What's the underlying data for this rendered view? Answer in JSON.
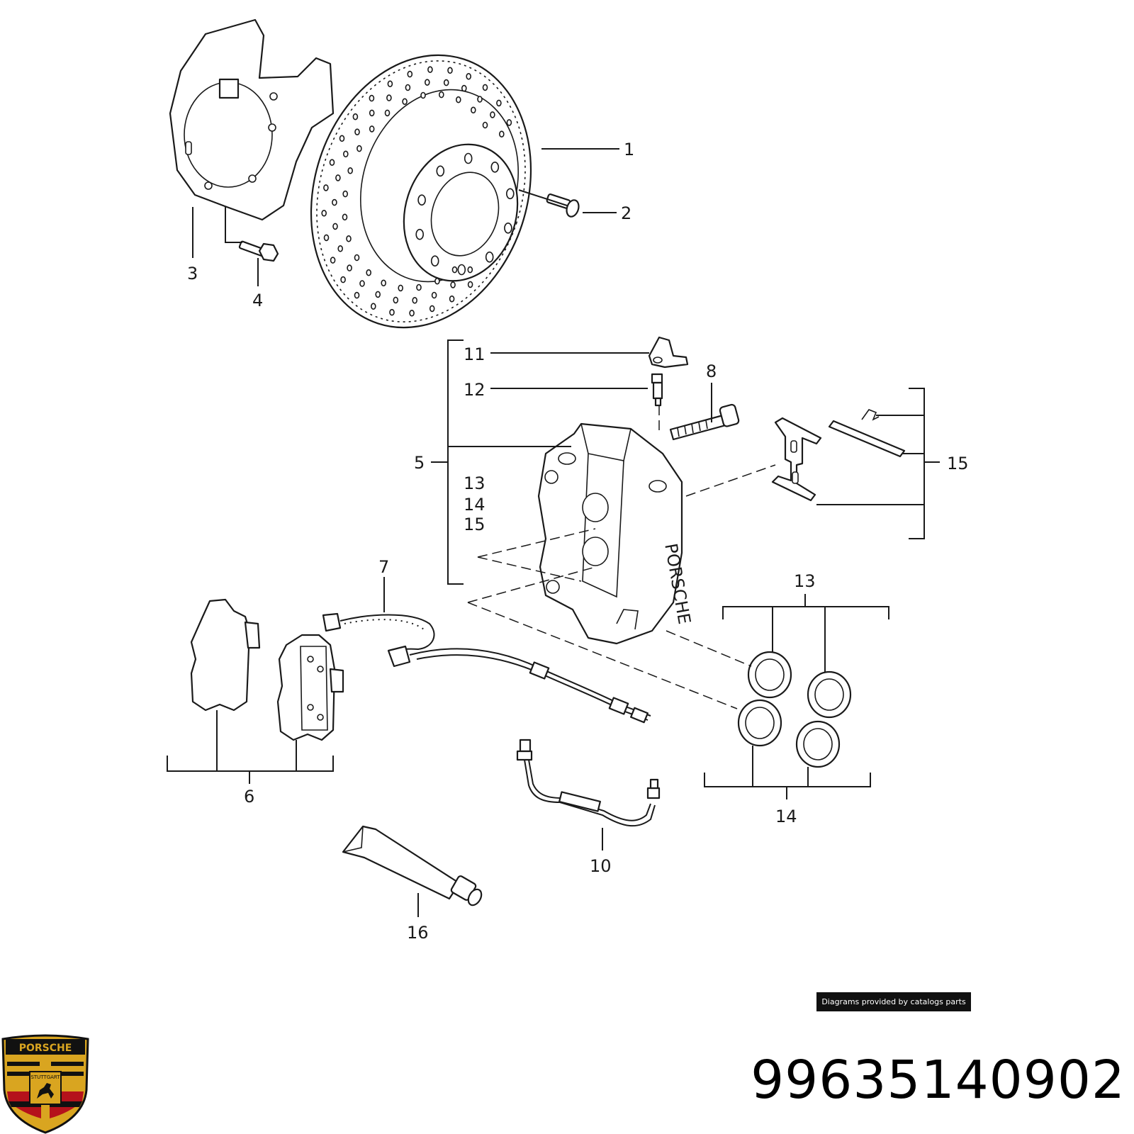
{
  "diagram": {
    "callouts": {
      "c1": "1",
      "c2": "2",
      "c3": "3",
      "c4": "4",
      "c5": "5",
      "c6": "6",
      "c7": "7",
      "c8": "8",
      "c10": "10",
      "c11": "11",
      "c12": "12",
      "c13a": "13",
      "c14a": "14",
      "c15a": "15",
      "c13b": "13",
      "c14b": "14",
      "c15b": "15",
      "c16": "16"
    },
    "caliper_marking": "PORSCHE"
  },
  "credit": "Diagrams provided by catalogs parts",
  "part_number": "99635140902",
  "logo": {
    "brand_text": "PORSCHE",
    "city_text": "STUTTGART",
    "colors": {
      "gold": "#d9a520",
      "red": "#b5121b",
      "black": "#111111"
    }
  }
}
